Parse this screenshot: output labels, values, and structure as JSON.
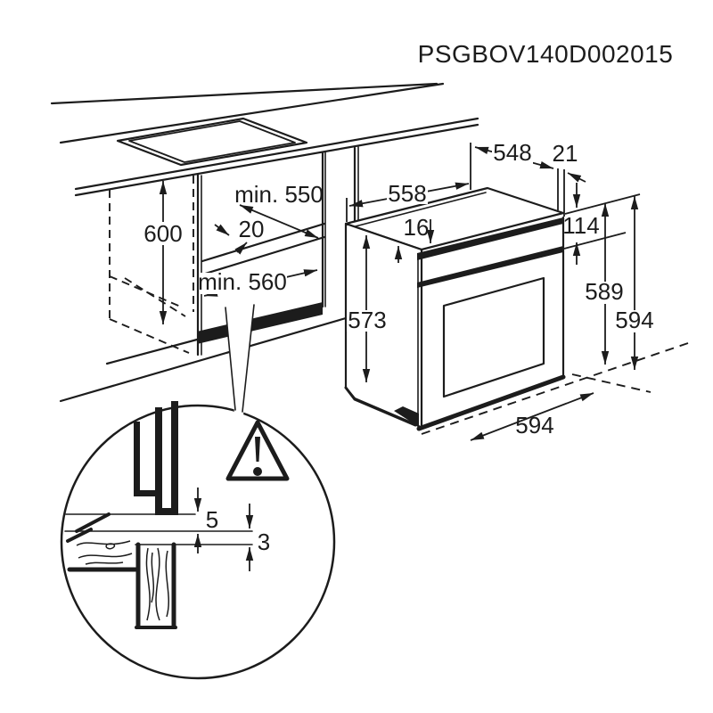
{
  "title": "PSGBOV140D002015",
  "colors": {
    "line": "#1c1c1c",
    "background": "#ffffff"
  },
  "cabinet_view": {
    "plinth_height": "600",
    "niche_depth_min": "min. 550",
    "shelf_setback": "20",
    "niche_width_min": "min. 560"
  },
  "oven_view": {
    "carcass_depth": "548",
    "rear_clearance": "21",
    "carcass_top_depth": "558",
    "top_recess": "16",
    "control_panel_height": "114",
    "carcass_side_height": "573",
    "carcass_height": "589",
    "front_height": "594",
    "front_width": "594"
  },
  "detail_view": {
    "front_gap": "5",
    "bottom_gap": "3",
    "warning_icon": "exclamation-warning"
  }
}
